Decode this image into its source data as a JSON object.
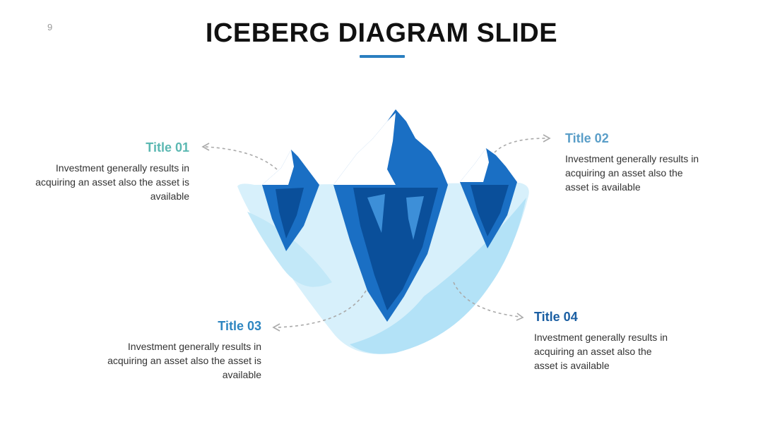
{
  "slide": {
    "number": "9",
    "title": "ICEBERG DIAGRAM SLIDE"
  },
  "colors": {
    "accent": "#2a7fc0",
    "title_01": "#5bb8b2",
    "title_02": "#5a9ec8",
    "title_03": "#2e86c1",
    "title_04": "#1b5fa3",
    "water_light": "#d7f0fb",
    "water_mid": "#b3e2f7",
    "ice_dark": "#0a4f9a",
    "ice_mid": "#1a6fc4",
    "ice_light": "#3d8fd8",
    "snow": "#ffffff",
    "connector": "#aaaaaa"
  },
  "callouts": [
    {
      "id": "01",
      "title": "Title 01",
      "text": "Investment generally results in acquiring an asset also the asset is available"
    },
    {
      "id": "02",
      "title": "Title 02",
      "text": "Investment generally results in acquiring an asset also the asset is available"
    },
    {
      "id": "03",
      "title": "Title 03",
      "text": "Investment generally results in acquiring an asset also the asset is available"
    },
    {
      "id": "04",
      "title": "Title 04",
      "text": "Investment generally results in acquiring an asset also the asset is available"
    }
  ]
}
